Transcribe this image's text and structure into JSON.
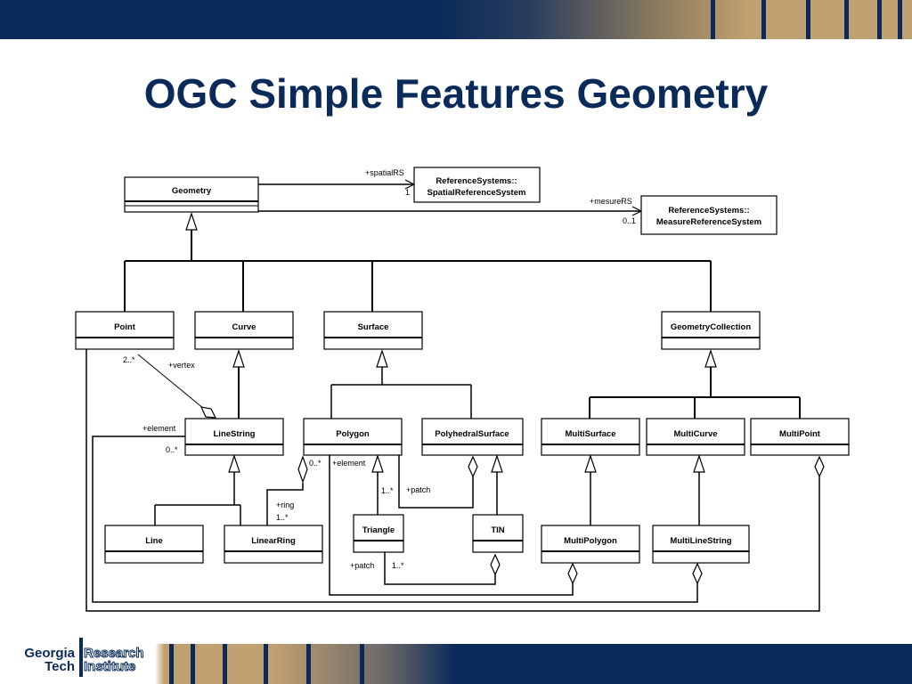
{
  "slide": {
    "title": "OGC Simple Features Geometry"
  },
  "logo": {
    "line1": "Georgia",
    "line2": "Tech",
    "line3": "Research",
    "line4": "Institute"
  },
  "diagram": {
    "classes": {
      "geometry": "Geometry",
      "spatial_rs_1": "ReferenceSystems::",
      "spatial_rs_2": "SpatialReferenceSystem",
      "measure_rs_1": "ReferenceSystems::",
      "measure_rs_2": "MeasureReferenceSystem",
      "point": "Point",
      "curve": "Curve",
      "surface": "Surface",
      "geometry_collection": "GeometryCollection",
      "linestring": "LineString",
      "polygon": "Polygon",
      "polyhedral_surface": "PolyhedralSurface",
      "multi_surface": "MultiSurface",
      "multi_curve": "MultiCurve",
      "multi_point": "MultiPoint",
      "line": "Line",
      "linear_ring": "LinearRing",
      "triangle": "Triangle",
      "tin": "TIN",
      "multi_polygon": "MultiPolygon",
      "multi_linestring": "MultiLineString"
    },
    "labels": {
      "spatial_rs_role": "+spatialRS",
      "spatial_rs_mult": "1",
      "measure_rs_role": "+mesureRS",
      "measure_rs_mult": "0..1",
      "vertex_mult": "2..*",
      "vertex_role": "+vertex",
      "element_role_1": "+element",
      "element_mult_1": "0..*",
      "ring_mult_1": "0..*",
      "ring_role": "+ring",
      "ring_mult_2": "1..*",
      "element_role_2": "+element",
      "patch_mult_1": "1..*",
      "patch_role_1": "+patch",
      "patch_role_2": "+patch",
      "patch_mult_2": "1..*"
    }
  }
}
